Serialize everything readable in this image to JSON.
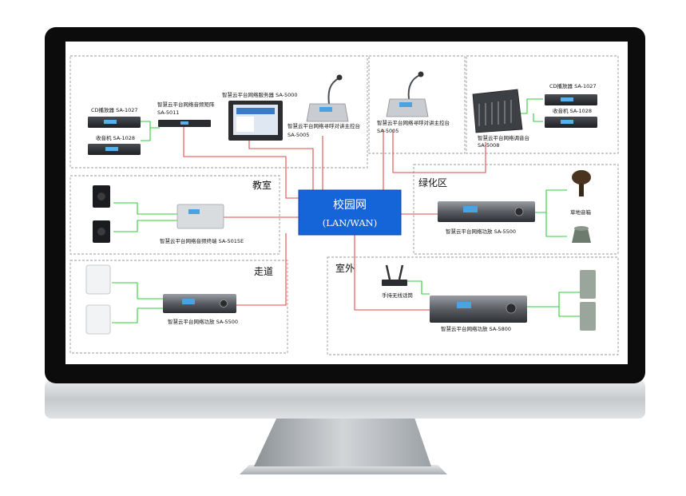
{
  "hub": {
    "title": "校园网",
    "subtitle": "(LAN/WAN)"
  },
  "zones": {
    "classroom": "教室",
    "corridor": "走道",
    "green_area": "绿化区",
    "outdoor": "室外"
  },
  "devices": {
    "cd_player_left": "CD播放器 SA-1027",
    "radio_left": "收音机 SA-1028",
    "audio_matrix_a": "智慧云平台网络音频矩阵",
    "audio_matrix_b": "SA-5011",
    "server": "智慧云平台网络服务器 SA-5000",
    "intercom_left_a": "智慧云平台网络寻呼对讲主控台",
    "intercom_left_b": "SA-5005",
    "intercom_right_a": "智慧云平台网络寻呼对讲主控台",
    "intercom_right_b": "SA-5005",
    "cd_player_right": "CD播放器 SA-1027",
    "radio_right": "收音机 SA-1028",
    "mixer_a": "智慧云平台网络调音台",
    "mixer_b": "SA-5008",
    "terminal": "智慧云平台网络音频终端 SA-5015E",
    "amp_green": "智慧云平台网络功放 SA-5500",
    "lawn_speaker": "草地音箱",
    "amp_corridor": "智慧云平台网络功放 SA-5500",
    "wireless_mic": "手持无线话筒",
    "amp_outdoor": "智慧云平台网络功放 SA-5800"
  },
  "colors": {
    "hub_fill": "#1565d8",
    "net_line": "#e04a4a",
    "audio_line": "#2fcc3a",
    "zone_border": "#9a9a9a",
    "bezel": "#0c0c0c",
    "chassis": "#bfc3c6"
  },
  "icons": {
    "wall_speaker": "wall-speaker-icon",
    "column_speaker": "column-speaker-icon",
    "gooseneck_mic": "gooseneck-microphone-icon",
    "rack_unit": "rack-unit-icon"
  }
}
